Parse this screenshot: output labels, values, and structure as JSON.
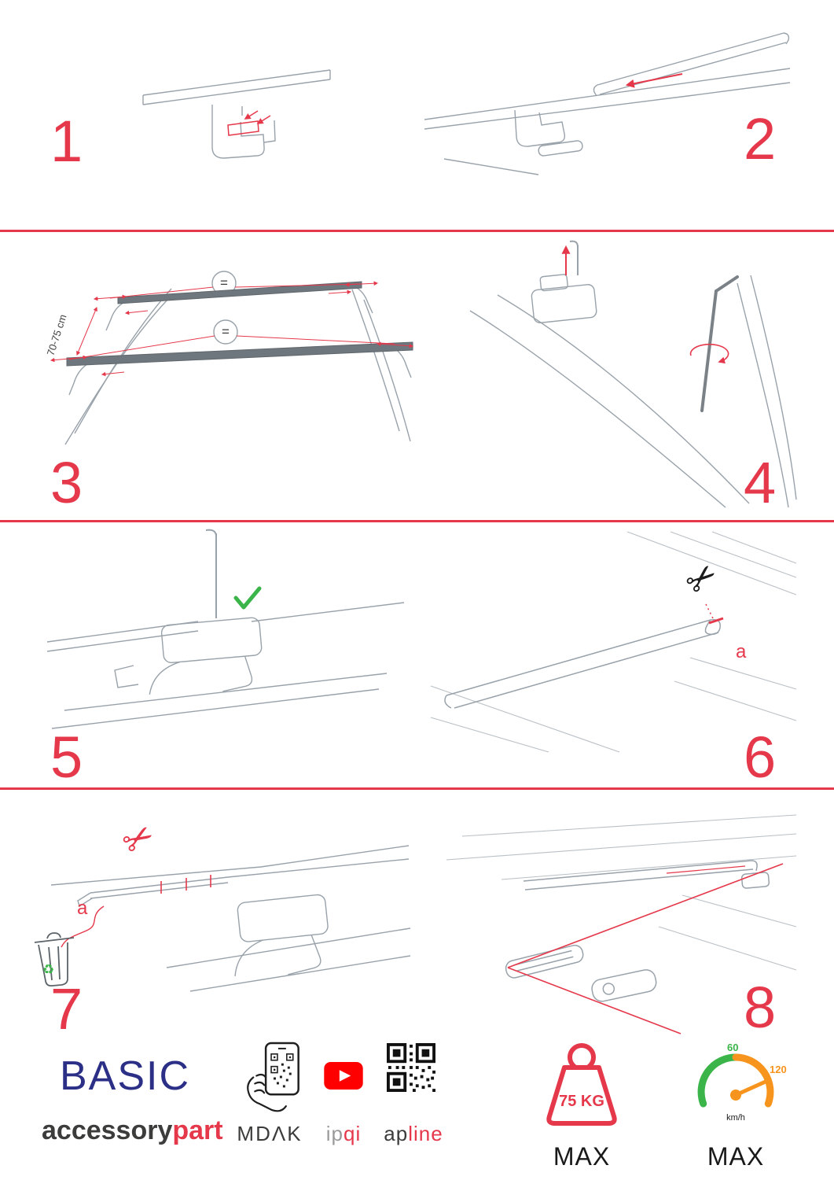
{
  "colors": {
    "accent_red": "#e5384b",
    "brand_blue": "#2b2f86",
    "line_gray": "#9aa3ab",
    "green": "#3bb54a",
    "orange": "#f7941d",
    "youtube_red": "#ff0000",
    "dark": "#3c3c3b"
  },
  "steps": {
    "s1": {
      "number": "1"
    },
    "s2": {
      "number": "2"
    },
    "s3": {
      "number": "3",
      "distance_label": "70-75 cm",
      "equal_label": "="
    },
    "s4": {
      "number": "4"
    },
    "s5": {
      "number": "5"
    },
    "s6": {
      "number": "6",
      "part_label": "a"
    },
    "s7": {
      "number": "7",
      "part_label": "a"
    },
    "s8": {
      "number": "8"
    }
  },
  "icons": {
    "scissors": "✂",
    "recycle": "♻"
  },
  "footer": {
    "brand_title": "BASIC",
    "brand_word_dark": "accessory",
    "brand_word_red": "part",
    "partner_mdak": "MDΛK",
    "partner_ipqi_gray": "ip",
    "partner_ipqi_red": "qi",
    "partner_apline_dark": "ap",
    "partner_apline_red": "line",
    "max_load": {
      "value": "75 KG",
      "label": "MAX"
    },
    "max_speed": {
      "low_tick": "60",
      "high_tick": "120",
      "unit": "km/h",
      "label": "MAX"
    }
  }
}
